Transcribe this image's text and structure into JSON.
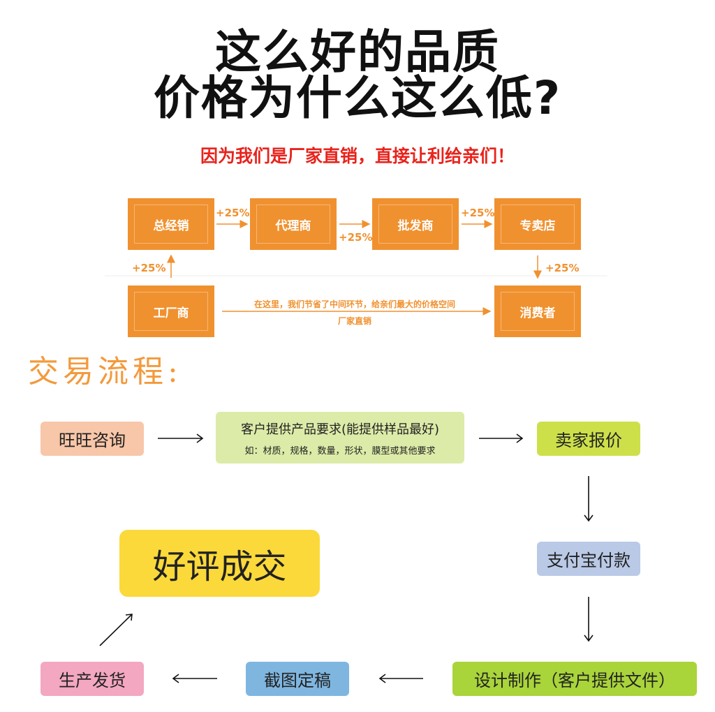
{
  "header": {
    "title_line1": "这么好的品质",
    "title_line2": "价格为什么这么低?",
    "subtitle": "因为我们是厂家直销，直接让利给亲们！"
  },
  "supply_chain": {
    "nodes": {
      "general_agent": "总经销",
      "agent": "代理商",
      "wholesaler": "批发商",
      "store": "专卖店",
      "factory": "工厂商",
      "consumer": "消费者"
    },
    "markups": {
      "factory_to_general": "+25%",
      "general_to_agent": "+25%",
      "agent_to_wholesaler": "+25%",
      "wholesaler_to_store": "+25%",
      "store_to_consumer": "+25%"
    },
    "direct_note_line1": "在这里，我们节省了中间环节，给亲们最大的价格空间",
    "direct_note_line2": "厂家直销"
  },
  "process": {
    "section_title": "交易流程:",
    "steps": {
      "consult": "旺旺咨询",
      "requirements_main": "客户提供产品要求(能提供样品最好)",
      "requirements_sub": "如：材质，规格，数量，形状，膜型或其他要求",
      "quote": "卖家报价",
      "pay": "支付宝付款",
      "design": "设计制作（客户提供文件）",
      "confirm": "截图定稿",
      "ship": "生产发货",
      "review": "好评成交"
    },
    "colors": {
      "consult": "#f8c6a8",
      "requirements": "#dceba8",
      "quote": "#cde04a",
      "pay": "#b9c9e6",
      "design": "#a9d43a",
      "confirm": "#7fb6e0",
      "ship": "#f3a7c0",
      "review": "#fbd93a"
    }
  }
}
